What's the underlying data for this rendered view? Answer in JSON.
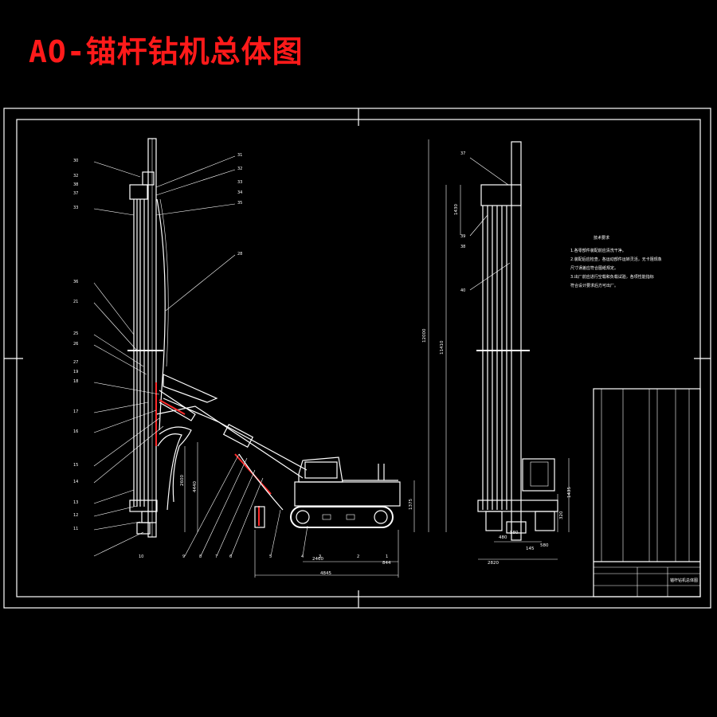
{
  "title": "AO-锚杆钻机总体图",
  "side_view": {
    "part_labels_left": [
      "30",
      "32",
      "38",
      "37",
      "33",
      "36",
      "21",
      "25",
      "26",
      "27",
      "19",
      "18",
      "17",
      "16",
      "15",
      "14",
      "13",
      "12",
      "11"
    ],
    "part_labels_right": [
      "31",
      "32",
      "33",
      "34",
      "35",
      "28"
    ],
    "part_labels_bottom": [
      "10",
      "9",
      "8",
      "7",
      "6",
      "5",
      "4",
      "3",
      "2",
      "1"
    ],
    "dimensions": [
      "4440",
      "2600",
      "2460",
      "844",
      "4845",
      "1375"
    ]
  },
  "front_view": {
    "part_labels": [
      "37",
      "39",
      "38",
      "40"
    ],
    "dimensions": [
      "12000",
      "11410",
      "1430",
      "1435",
      "2820",
      "320",
      "145",
      "580",
      "480",
      "580"
    ]
  },
  "tech_notes": {
    "heading": "技术要求",
    "lines": [
      "1.各零部件装配前应清洗干净。",
      "2.装配后应检查，各运动部件运转灵活，无卡阻现象",
      "尺寸误差应符合图纸规定。",
      "3.出厂前应进行空载和负载试验，各项性能指标",
      "符合设计要求后方可出厂。"
    ]
  },
  "title_block": {
    "drawing_name": "锚杆钻机总体图"
  }
}
